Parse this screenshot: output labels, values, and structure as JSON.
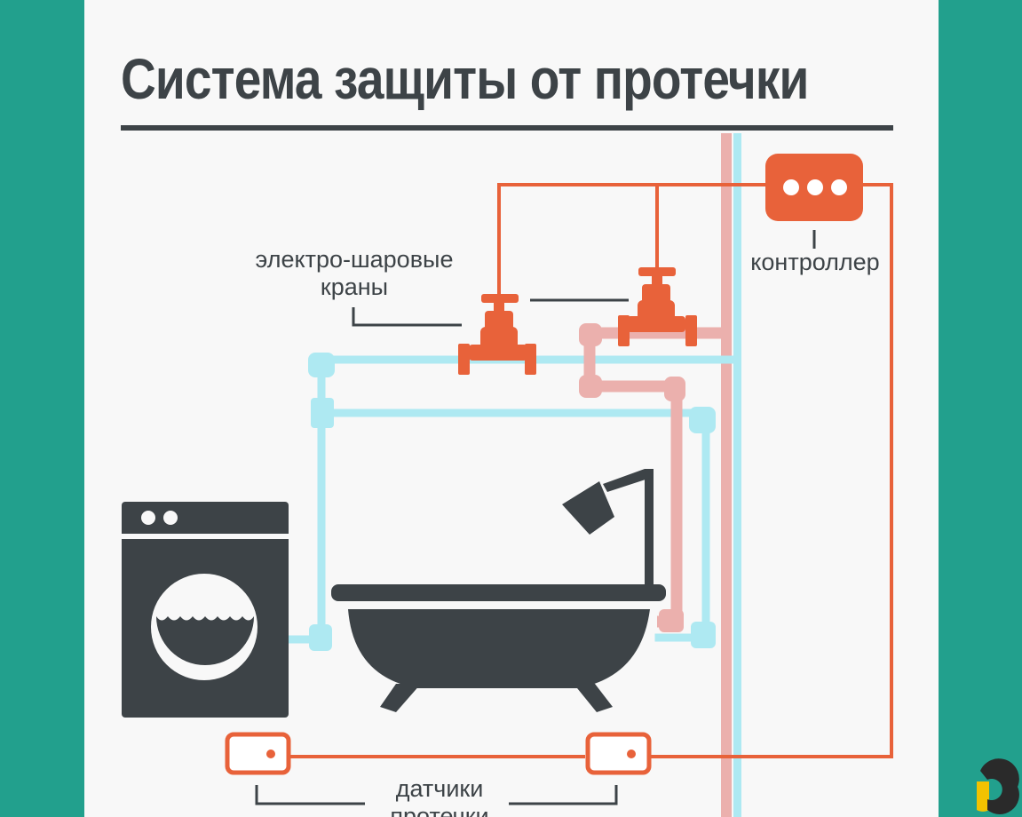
{
  "title": "Система защиты от протечки",
  "labels": {
    "valves": [
      "электро-шаровые",
      "краны"
    ],
    "controller": "контроллер",
    "sensors": [
      "датчики",
      "протечки"
    ]
  },
  "colors": {
    "background": "#22a08d",
    "panel": "#f8f8f8",
    "text": "#3d4347",
    "orange": "#e8623a",
    "cold_pipe": "#aee9f2",
    "hot_pipe": "#ebb0ad",
    "appliance": "#3d4347"
  },
  "icons": {
    "logo": "brand-logo-icon",
    "washing_machine": "washing-machine-icon",
    "bathtub": "bathtub-icon",
    "shower": "shower-head-icon"
  }
}
